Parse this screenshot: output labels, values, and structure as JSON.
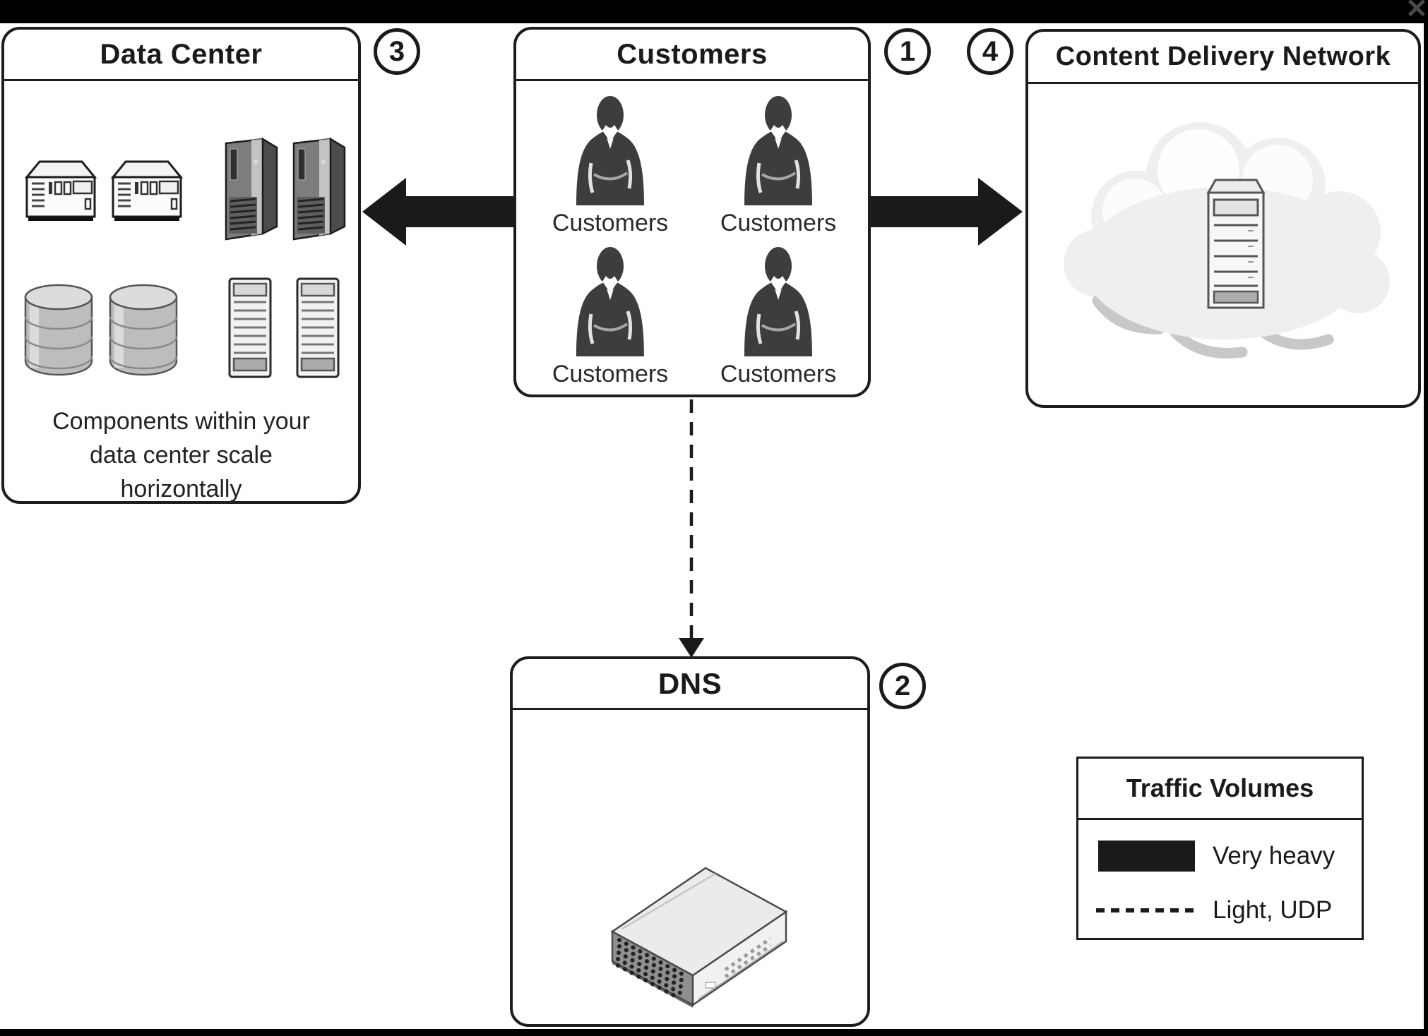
{
  "window": {
    "close_glyph": "✕"
  },
  "panels": {
    "data_center": {
      "title": "Data Center",
      "badge": "3",
      "caption_lines": [
        "Components within your",
        "data center scale",
        "horizontally"
      ]
    },
    "customers": {
      "title": "Customers",
      "badge": "1",
      "labels": [
        "Customers",
        "Customers",
        "Customers",
        "Customers"
      ]
    },
    "cdn": {
      "title": "Content Delivery Network",
      "badge": "4"
    },
    "dns": {
      "title": "DNS",
      "badge": "2"
    }
  },
  "legend": {
    "title": "Traffic Volumes",
    "items": [
      {
        "label": "Very heavy",
        "symbol": "solid-bar"
      },
      {
        "label": "Light, UDP",
        "symbol": "dashed-line"
      }
    ]
  },
  "colors": {
    "background": "#000000",
    "canvas": "#ffffff",
    "line": "#1a1a1a",
    "silhouette": "#3d3d3d",
    "cloud": "#efefef"
  }
}
